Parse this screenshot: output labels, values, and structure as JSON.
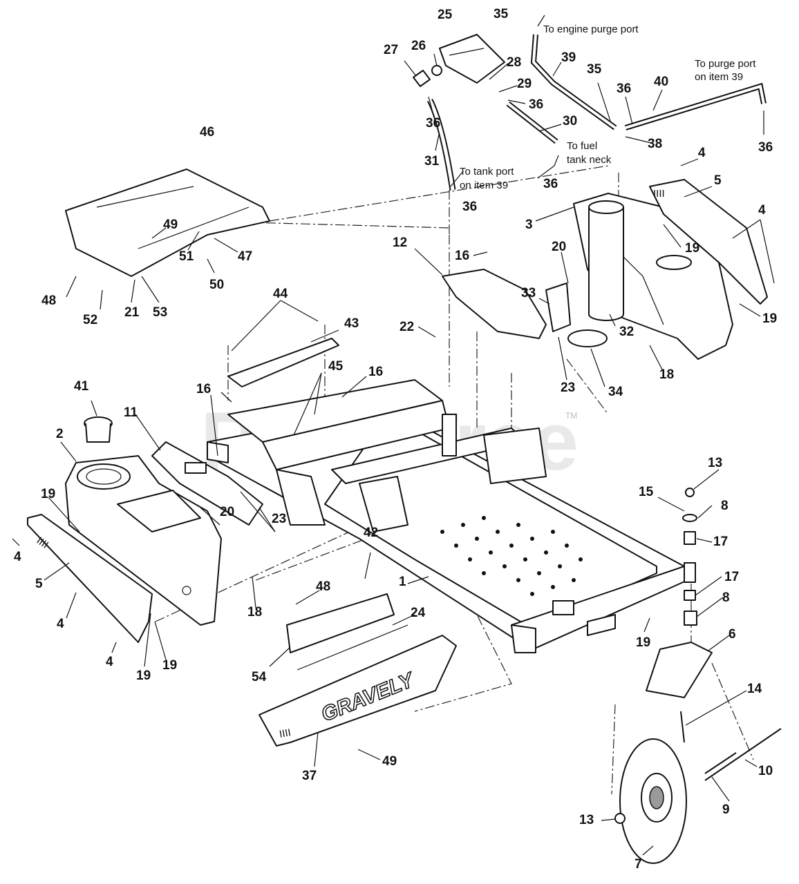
{
  "watermark": {
    "text": "PartsTree",
    "trademark": "TM"
  },
  "brand_decal": "GRAVELY",
  "notes": {
    "engine_purge": "To engine purge port",
    "purge_port": "To purge port",
    "on_item_39_a": "on item 39",
    "fuel_tank": "To fuel",
    "tank_neck": "tank neck",
    "tank_port": "To tank port",
    "on_item_39_b": "on item 39"
  },
  "callouts": {
    "c1": "1",
    "c2": "2",
    "c3": "3",
    "c4a": "4",
    "c4b": "4",
    "c4c": "4",
    "c4d": "4",
    "c4e": "4",
    "c5a": "5",
    "c5b": "5",
    "c6": "6",
    "c7": "7",
    "c8a": "8",
    "c8b": "8",
    "c9": "9",
    "c10": "10",
    "c11": "11",
    "c12": "12",
    "c13a": "13",
    "c13b": "13",
    "c14": "14",
    "c15": "15",
    "c16a": "16",
    "c16b": "16",
    "c16c": "16",
    "c17a": "17",
    "c17b": "17",
    "c18a": "18",
    "c18b": "18",
    "c19a": "19",
    "c19b": "19",
    "c19c": "19",
    "c19d": "19",
    "c19e": "19",
    "c19f": "19",
    "c20a": "20",
    "c20b": "20",
    "c21": "21",
    "c22": "22",
    "c23a": "23",
    "c23b": "23",
    "c24": "24",
    "c25": "25",
    "c26": "26",
    "c27": "27",
    "c28": "28",
    "c29": "29",
    "c30": "30",
    "c31": "31",
    "c32": "32",
    "c33": "33",
    "c34": "34",
    "c35a": "35",
    "c35b": "35",
    "c36a": "36",
    "c36b": "36",
    "c36c": "36",
    "c36d": "36",
    "c36e": "36",
    "c36f": "36",
    "c37": "37",
    "c38": "38",
    "c39": "39",
    "c40": "40",
    "c41": "41",
    "c42": "42",
    "c43": "43",
    "c44": "44",
    "c45": "45",
    "c46": "46",
    "c47": "47",
    "c48a": "48",
    "c48b": "48",
    "c49a": "49",
    "c49b": "49",
    "c50": "50",
    "c51": "51",
    "c52": "52",
    "c53": "53",
    "c54": "54"
  }
}
